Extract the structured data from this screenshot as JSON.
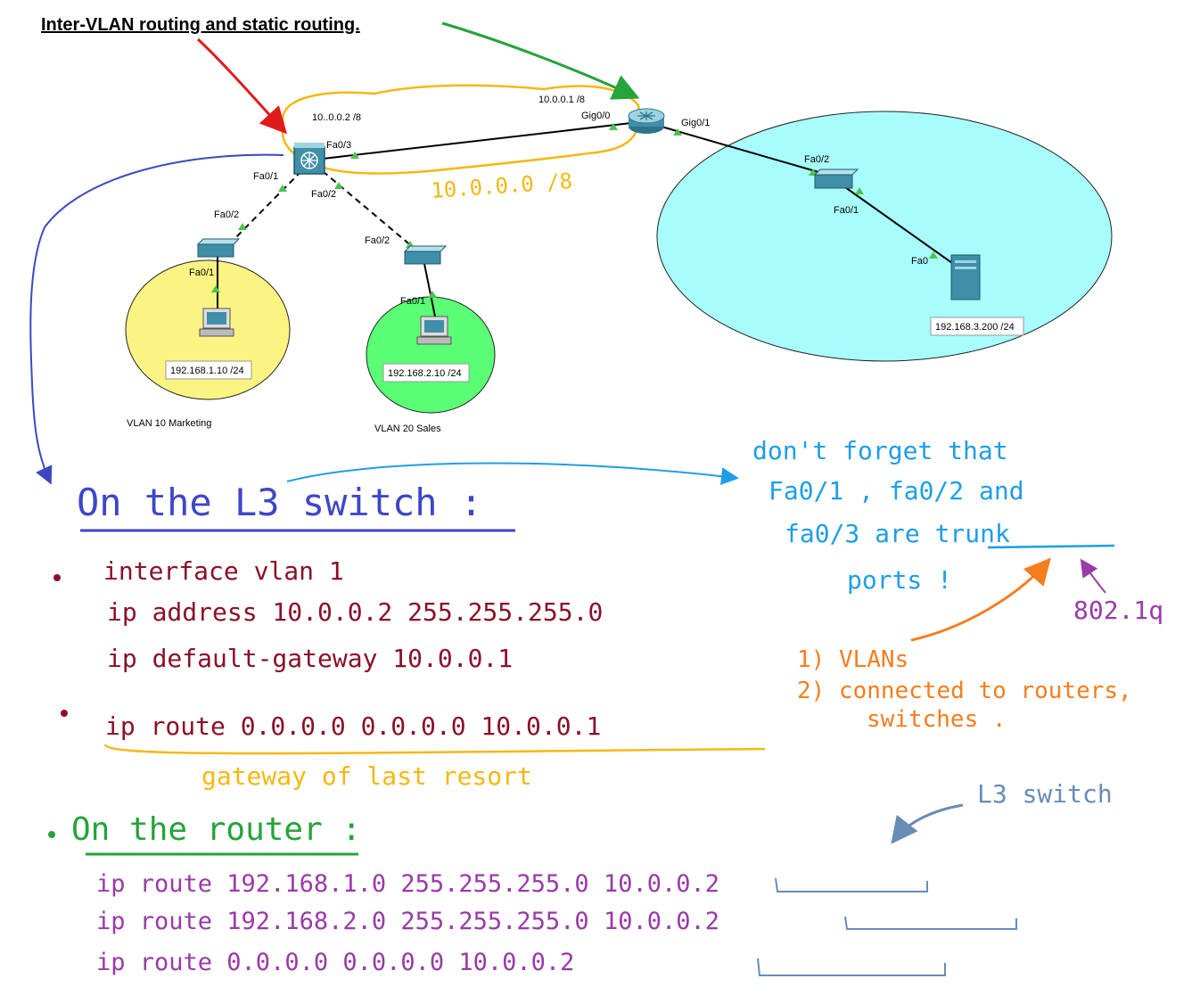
{
  "title": "Inter-VLAN routing and static routing.",
  "colors": {
    "marketing_zone": "#fbf482",
    "sales_zone": "#5bff76",
    "server_zone": "#a8fcfc",
    "blue_ink": "#3d47c6",
    "maroon_ink": "#8a1028",
    "green_ink": "#26a33a",
    "purple_ink": "#9a3aa8",
    "cyan_ink": "#1e9ee6",
    "orange_ink": "#f57d1f",
    "yellow_ink": "#f5b812",
    "steel_ink": "#6a8cb6"
  },
  "topology": {
    "ports": {
      "l3_fa03": "Fa0/3",
      "l3_fa01": "Fa0/1",
      "l3_fa02": "Fa0/2",
      "sw1_fa02": "Fa0/2",
      "sw1_fa01": "Fa0/1",
      "sw2_fa02": "Fa0/2",
      "sw2_fa01": "Fa0/1",
      "router_gig00": "Gig0/0",
      "router_gig01": "Gig0/1",
      "sw3_fa02": "Fa0/2",
      "sw3_fa01": "Fa0/1",
      "server_fa0": "Fa0"
    },
    "ip_labels": {
      "l3_switch": "10..0.0.2 /8",
      "router": "10.0.0.1 /8",
      "pc1": "192.168.1.10 /24",
      "pc2": "192.168.2.10 /24",
      "server": "192.168.3.200 /24"
    },
    "vlans": {
      "marketing": "VLAN 10 Marketing",
      "sales": "VLAN 20 Sales"
    }
  },
  "notes": {
    "link_network": "10.0.0.0 /8",
    "l3_heading": "On the L3 switch :",
    "l3_lines": [
      "interface vlan 1",
      "ip address 10.0.0.2 255.255.255.0",
      "ip default-gateway 10.0.0.1",
      "ip route 0.0.0.0 0.0.0.0 10.0.0.1"
    ],
    "gateway_note": "gateway of last resort",
    "trunk_lines": [
      "don't forget that",
      "Fa0/1 , fa0/2 and",
      "fa0/3 are trunk",
      "ports !"
    ],
    "dot1q": "802.1q",
    "trunk_reasons": [
      "1) VLANs",
      "2) connected to routers,",
      "switches ."
    ],
    "router_heading": "On the router :",
    "router_lines": [
      "ip route 192.168.1.0 255.255.255.0 10.0.0.2",
      "ip route 192.168.2.0 255.255.255.0 10.0.0.2",
      "ip route 0.0.0.0 0.0.0.0 10.0.0.2"
    ],
    "l3_switch_note": "L3 switch"
  }
}
